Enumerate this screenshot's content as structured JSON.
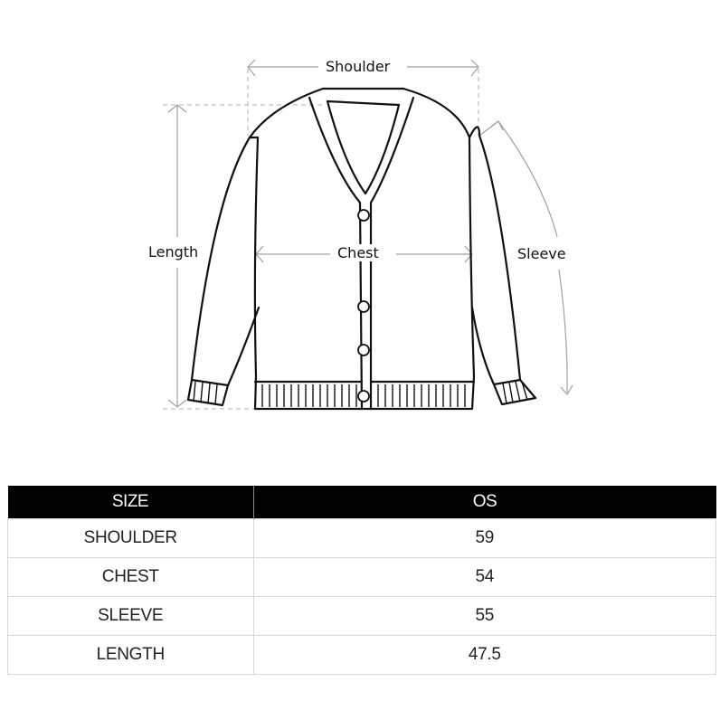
{
  "diagram": {
    "garment": "v-neck cardigan",
    "labels": {
      "shoulder": "Shoulder",
      "length": "Length",
      "chest": "Chest",
      "sleeve": "Sleeve"
    },
    "colors": {
      "outline": "#111111",
      "measure_line": "#a0a0a0"
    }
  },
  "size_table": {
    "headers": [
      "SIZE",
      "OS"
    ],
    "rows": [
      {
        "label": "SHOULDER",
        "value": "59"
      },
      {
        "label": "CHEST",
        "value": "54"
      },
      {
        "label": "SLEEVE",
        "value": "55"
      },
      {
        "label": "LENGTH",
        "value": "47.5"
      }
    ],
    "colors": {
      "header_bg": "#000000",
      "header_text": "#ffffff",
      "border": "#d8d8d8"
    }
  }
}
